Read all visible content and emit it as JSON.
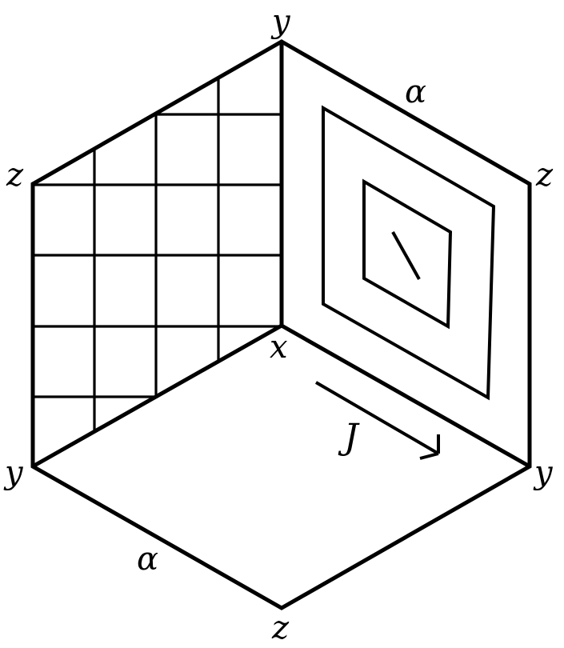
{
  "diagram": {
    "labels": {
      "y_top": "y",
      "z_left": "z",
      "z_right": "z",
      "x_center": "x",
      "y_left": "y",
      "y_right": "y",
      "z_bottom": "z",
      "alpha_upper": "α",
      "alpha_lower": "α",
      "current": "J"
    },
    "faces": [
      "left-wall-grid",
      "right-wall-nested-squares",
      "floor"
    ],
    "left_grid": {
      "rows": 5,
      "cols": 4
    }
  }
}
